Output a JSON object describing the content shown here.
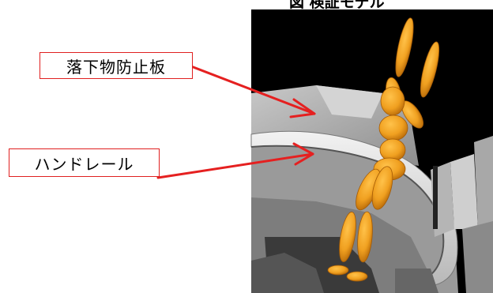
{
  "figure": {
    "title": "図 検証モデル"
  },
  "labels": {
    "fall_prevention_board": "落下物防止板",
    "handrail": "ハンドレール"
  },
  "colors": {
    "scene_background": "#000000",
    "structure_gray": "#a9a9a9",
    "mannequin_orange": "#f0a020",
    "callout_red": "#e52020"
  }
}
